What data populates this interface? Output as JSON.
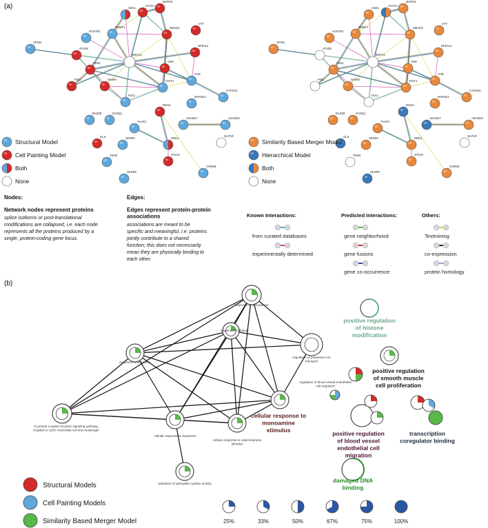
{
  "panel_a": {
    "label": "(a)",
    "left_legend": [
      {
        "label": "Structural Model",
        "kind": "blue"
      },
      {
        "label": "Cell Painting Model",
        "kind": "red"
      },
      {
        "label": "Both",
        "kind": "both_rb"
      },
      {
        "label": "None",
        "kind": "none"
      }
    ],
    "right_legend": [
      {
        "label": "Similarity Based Merger Model",
        "kind": "orange"
      },
      {
        "label": "Hierarchical Model",
        "kind": "darkblue"
      },
      {
        "label": "Both",
        "kind": "both_bo"
      },
      {
        "label": "None",
        "kind": "none"
      }
    ],
    "nodes_heading": "Nodes:",
    "nodes_subheading": "Network nodes represent proteins",
    "nodes_text": [
      "splice isoforms or post-translational",
      "modifications are collapsed, i.e. each node",
      "represents all the proteins produced by a",
      "single, protein-coding gene locus."
    ],
    "edges_heading": "Edges:",
    "edges_subheading": [
      "Edges represent protein-protein",
      "associations"
    ],
    "edges_text": [
      "associations are meant to be",
      "specific and meaningful, i.e. proteins",
      "jointly contribute to a shared",
      "function; this does not necessarily",
      "mean they are physically binding to",
      "each other."
    ],
    "interaction_groups": [
      {
        "title": "Known Interactions:",
        "items": [
          {
            "label": "from curated databases",
            "color": "#39b3c9"
          },
          {
            "label": "experimentally determined",
            "color": "#cc33aa"
          }
        ]
      },
      {
        "title": "Predicted Interactions:",
        "items": [
          {
            "label": "gene neighborhood",
            "color": "#3cb84a"
          },
          {
            "label": "gene fusions",
            "color": "#e8202a"
          },
          {
            "label": "gene co-occurrence",
            "color": "#2040c8"
          }
        ]
      },
      {
        "title": "Others:",
        "items": [
          {
            "label": "Textmining",
            "color": "#c8d838"
          },
          {
            "label": "co-expression",
            "color": "#222222"
          },
          {
            "label": "protein homology",
            "color": "#9c9ce0"
          }
        ]
      }
    ],
    "genes": [
      "CBX1",
      "KAT2A",
      "MAPK3",
      "HPGD",
      "HCRTR1",
      "DNMT1",
      "SMAD3",
      "HTT",
      "ATAD5",
      "NFE2L2",
      "BRCA1",
      "FEN1",
      "VDR",
      "AHR",
      "POLI",
      "GMNN",
      "STAT1",
      "CYP2C9",
      "PLK1",
      "MAP4K2",
      "BAZ2B",
      "KCNQ1",
      "RGS4",
      "TAAR1",
      "ADAM17",
      "ADAM10",
      "GLS",
      "SENP6",
      "DRD1",
      "GLP1R",
      "TSHR",
      "STK33",
      "SENP8",
      "CHRM1"
    ]
  },
  "panel_b": {
    "label": "(b)",
    "small_terms": [
      "response to monoamine",
      "response to alkaloid",
      "response to dopamine",
      "regulation of potassium ion transport",
      "G-protein-coupled receptor signaling pathway, coupled to cyclic nucleotide second messenger",
      "cellular response to dopamine",
      "cellular response to catecholamine stimulus",
      "activation of adenylate cyclase activity",
      "regulation of blood vessel endothelial cell migration"
    ],
    "big_terms": [
      {
        "lines": [
          "positive regulation",
          "of histone",
          "modification"
        ],
        "color": "#6aa88a"
      },
      {
        "lines": [
          "positive regulation",
          "of smooth muscle",
          "cell proliferation"
        ],
        "color": "#111111"
      },
      {
        "lines": [
          "cellular response to",
          "monoamine",
          "stimulus"
        ],
        "color": "#5a1a1a"
      },
      {
        "lines": [
          "positive regulation",
          "of blood vessel",
          "endothelial cell",
          "migration"
        ],
        "color": "#4a1030"
      },
      {
        "lines": [
          "transcription",
          "coregulator binding"
        ],
        "color": "#1a2a3a"
      },
      {
        "lines": [
          "damaged DNA",
          "binding"
        ],
        "color": "#2a8a2a"
      }
    ],
    "legend": [
      {
        "label": "Structural Models",
        "color": "#d42a2a"
      },
      {
        "label": "Cell Painting Models",
        "color": "#5ea8dc"
      },
      {
        "label": "Similarity Based Merger Model",
        "color": "#58b848"
      }
    ],
    "pie_key": [
      {
        "label": "25%",
        "fraction": 0.25
      },
      {
        "label": "33%",
        "fraction": 0.33
      },
      {
        "label": "50%",
        "fraction": 0.5
      },
      {
        "label": "67%",
        "fraction": 0.67
      },
      {
        "label": "75%",
        "fraction": 0.75
      },
      {
        "label": "100%",
        "fraction": 1.0
      }
    ]
  },
  "colors": {
    "red": "#d42a2a",
    "blue": "#5ea8dc",
    "orange": "#e8883a",
    "darkblue": "#3a78b8",
    "green": "#58b848",
    "pie_blue": "#2a58a0"
  }
}
